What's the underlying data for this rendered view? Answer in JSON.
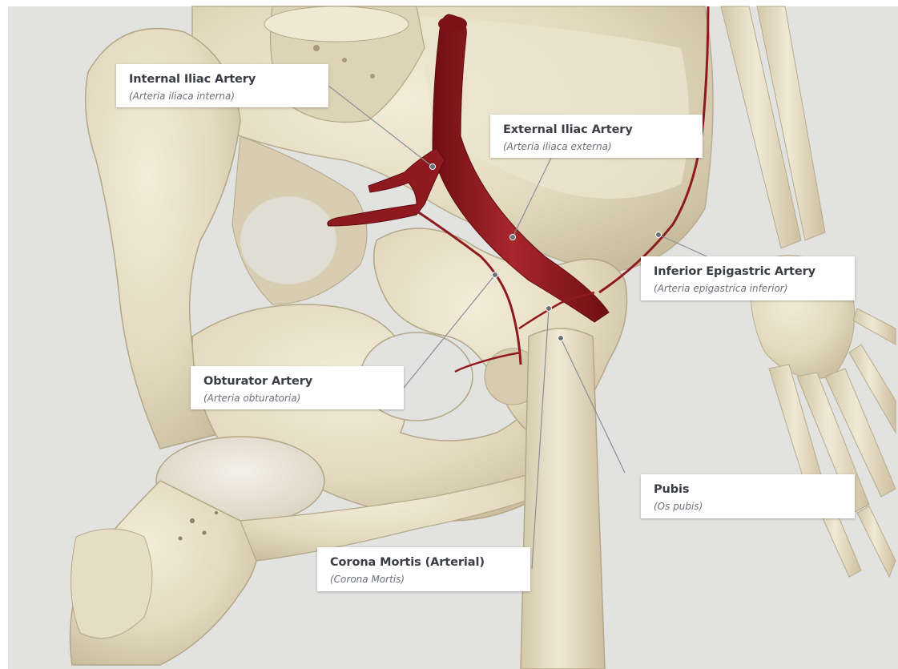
{
  "colors": {
    "background": "#e2e2e0",
    "bone": "#e8e0c9",
    "bone_shadow": "#b9ad90",
    "artery": "#8e1a1f",
    "artery_highlight": "#b8343a",
    "leader_line": "#8a8f96",
    "label_background": "#ffffff"
  },
  "labels": {
    "internal_iliac": {
      "title": "Internal Iliac Artery",
      "latin": "(Arteria iliaca interna)"
    },
    "external_iliac": {
      "title": "External Iliac Artery",
      "latin": "(Arteria iliaca externa)"
    },
    "inferior_epigastric": {
      "title": "Inferior Epigastric Artery",
      "latin": "(Arteria epigastrica inferior)"
    },
    "obturator": {
      "title": "Obturator Artery",
      "latin": "(Arteria obturatoria)"
    },
    "pubis": {
      "title": "Pubis",
      "latin": "(Os pubis)"
    },
    "corona_mortis": {
      "title": "Corona Mortis (Arterial)",
      "latin": "(Corona Mortis)"
    }
  }
}
